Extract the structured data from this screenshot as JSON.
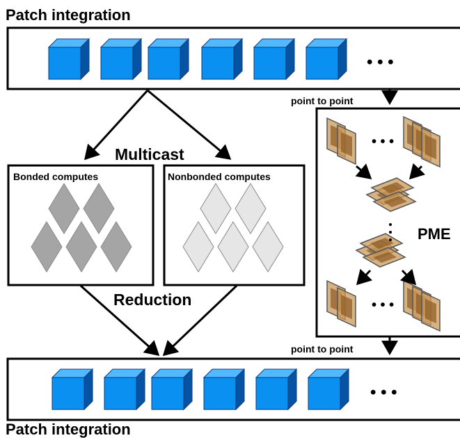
{
  "top_title": "Patch integration",
  "bottom_title": "Patch integration",
  "ellipsis": "• • •",
  "pme_ellipsis": "• • •",
  "multicast": "Multicast",
  "reduction": "Reduction",
  "bonded_label": "Bonded computes",
  "nonbonded_label": "Nonbonded computes",
  "p2p_top": "point to point",
  "p2p_bottom": "point to point",
  "pme_label": "PME",
  "colors": {
    "cube_front": "#0a90f0",
    "cube_top": "#52b8ff",
    "cube_side": "#0653a3",
    "bonded_fill": "#a5a5a5",
    "nonbonded_fill": "#e6e6e6",
    "pme_plane": "#c9985a",
    "pme_inner": "#8c5a23"
  }
}
